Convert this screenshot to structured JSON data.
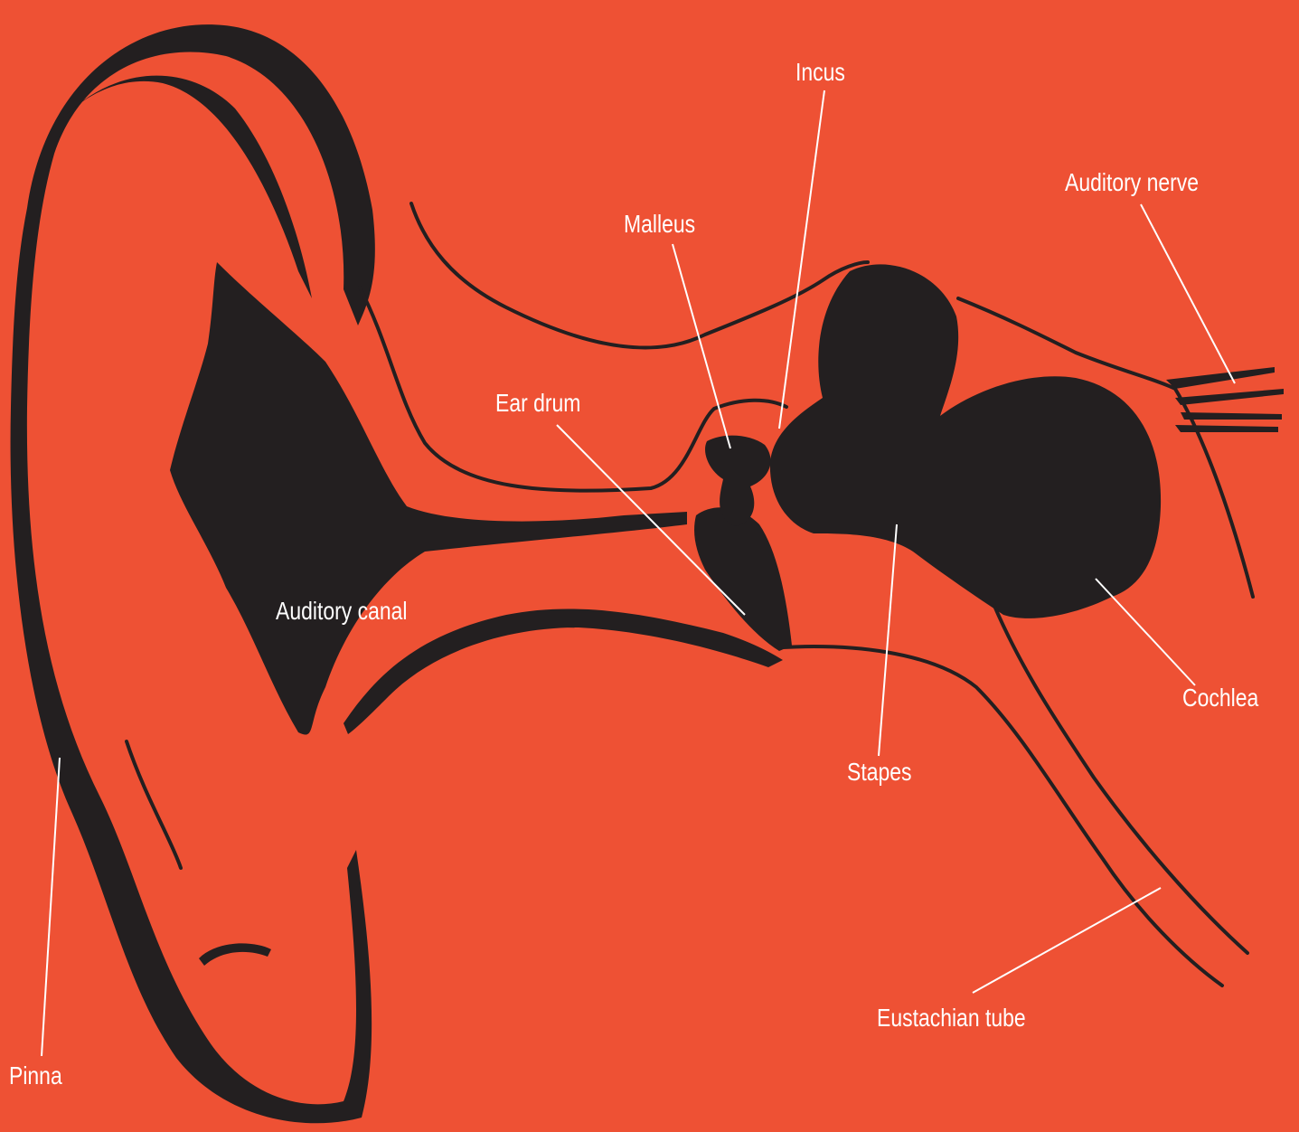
{
  "colors": {
    "background": "#ee5134",
    "ink": "#231f20",
    "label": "#ffffff"
  },
  "labels": {
    "incus": "Incus",
    "auditory_nerve": "Auditory nerve",
    "malleus": "Malleus",
    "ear_drum": "Ear drum",
    "auditory_canal": "Auditory canal",
    "cochlea": "Cochlea",
    "stapes": "Stapes",
    "eustachian_tube": "Eustachian tube",
    "pinna": "Pinna"
  }
}
